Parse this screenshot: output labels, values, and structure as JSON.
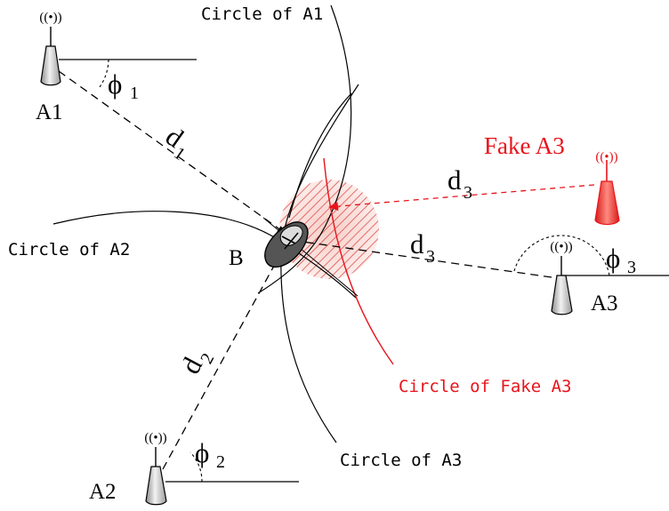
{
  "anchors": {
    "a1": {
      "label": "A1",
      "angle": {
        "symbol": "ϕ",
        "sub": "1"
      }
    },
    "a2": {
      "label": "A2",
      "angle": {
        "symbol": "ϕ",
        "sub": "2"
      }
    },
    "a3": {
      "label": "A3",
      "angle": {
        "symbol": "ϕ",
        "sub": "3"
      }
    },
    "fake_a3": {
      "label": "Fake A3"
    }
  },
  "target": {
    "label": "B"
  },
  "distances": {
    "d1": {
      "symbol": "d",
      "sub": "1"
    },
    "d2": {
      "symbol": "d",
      "sub": "2"
    },
    "d3": {
      "symbol": "d",
      "sub": "3"
    },
    "d3_fake": {
      "symbol": "d",
      "sub": "3"
    }
  },
  "circles": {
    "a1": "Circle of A1",
    "a2": "Circle of A2",
    "a3": "Circle of A3",
    "fake_a3": "Circle of Fake A3"
  },
  "icons": {
    "antenna_signal": "((•))"
  },
  "colors": {
    "ink": "#000000",
    "fake": "#e8141b",
    "hatch": "#d9403a"
  }
}
